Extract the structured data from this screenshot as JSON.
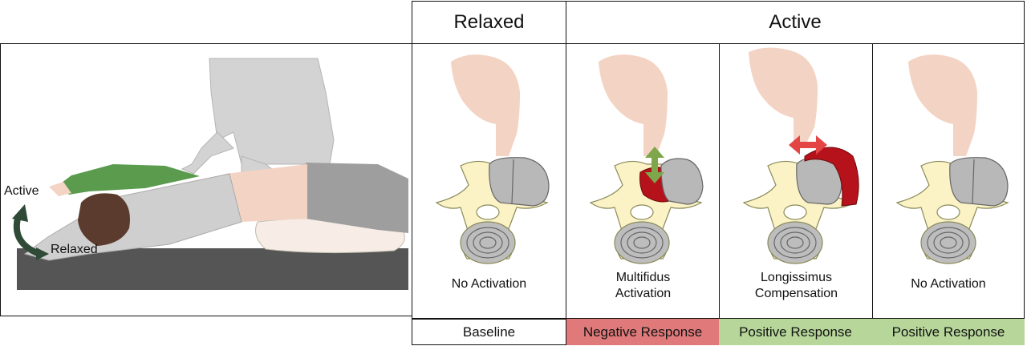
{
  "headers": {
    "relaxed": "Relaxed",
    "active": "Active"
  },
  "scene": {
    "label_active": "Active",
    "label_relaxed": "Relaxed"
  },
  "panels": [
    {
      "caption": "No Activation",
      "response": "Baseline",
      "response_color": "#ffffff"
    },
    {
      "caption_line1": "Multifidus",
      "caption_line2": "Activation",
      "response": "Negative Response",
      "response_color": "#e07a7a"
    },
    {
      "caption_line1": "Longissimus",
      "caption_line2": "Compensation",
      "response": "Positive Response",
      "response_color": "#b7d79a"
    },
    {
      "caption": "No Activation",
      "response": "Positive Response",
      "response_color": "#b7d79a"
    }
  ],
  "colors": {
    "finger": "#f3d3c3",
    "bone": "#fbf3c6",
    "disc": "#b8b8b8",
    "muscle": "#b5121b",
    "arm": "#5a9b4e",
    "table": "#555555",
    "arrow_red": "#e34444",
    "arrow_green": "#7ea64a"
  }
}
